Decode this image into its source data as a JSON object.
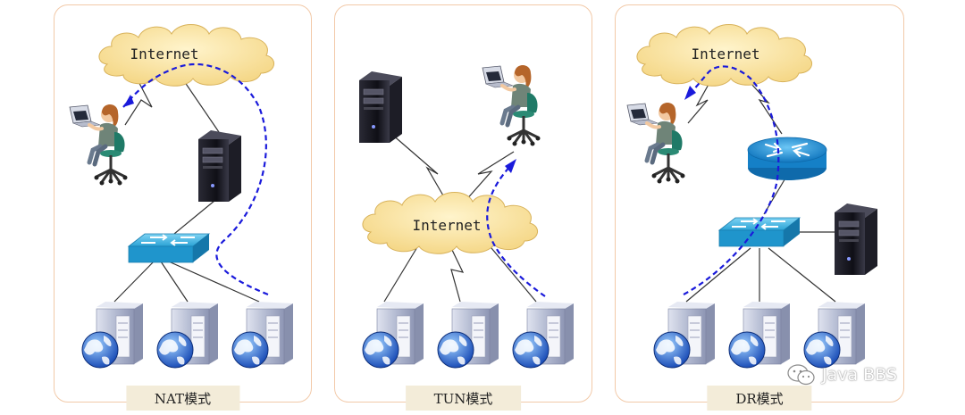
{
  "panels": [
    {
      "caption": "NAT模式",
      "cloud_label": "Internet"
    },
    {
      "caption": "TUN模式",
      "cloud_label": "Internet"
    },
    {
      "caption": "DR模式",
      "cloud_label": "Internet"
    }
  ],
  "watermark": {
    "text": "Java BBS",
    "icon": "wechat-icon"
  },
  "colors": {
    "panel_border": "#f2c9a8",
    "cloud_fill": "#fbe5a6",
    "switch_blue": "#2ba3d6",
    "router_blue": "#1d8fd0",
    "traffic_path": "#1a1adb",
    "caption_bg": "#f3ecd9"
  }
}
